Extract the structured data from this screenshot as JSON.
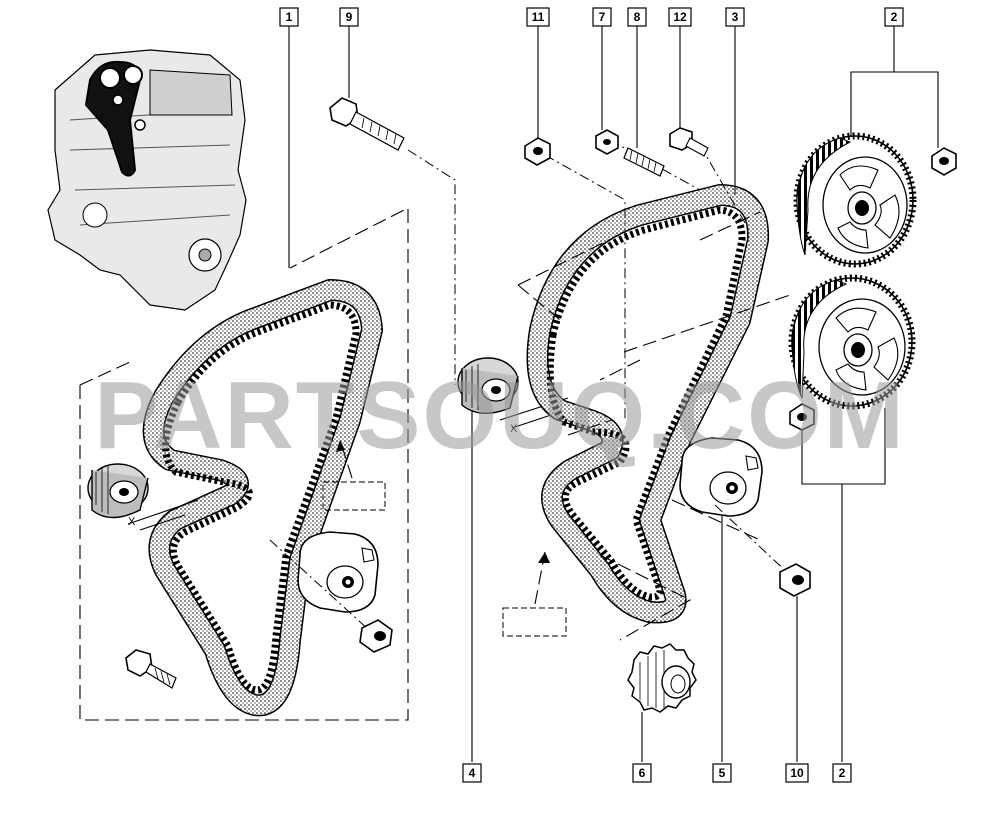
{
  "watermark": "PARTSOUQ.COM",
  "callouts": [
    {
      "id": "c1",
      "label": "1"
    },
    {
      "id": "c9",
      "label": "9"
    },
    {
      "id": "c11",
      "label": "11"
    },
    {
      "id": "c7",
      "label": "7"
    },
    {
      "id": "c8",
      "label": "8"
    },
    {
      "id": "c12",
      "label": "12"
    },
    {
      "id": "c3",
      "label": "3"
    },
    {
      "id": "c2t",
      "label": "2"
    },
    {
      "id": "c4",
      "label": "4"
    },
    {
      "id": "c6",
      "label": "6"
    },
    {
      "id": "c5",
      "label": "5"
    },
    {
      "id": "c10",
      "label": "10"
    },
    {
      "id": "c2b",
      "label": "2"
    }
  ],
  "x_marks": {
    "left": "X",
    "right": "X"
  }
}
